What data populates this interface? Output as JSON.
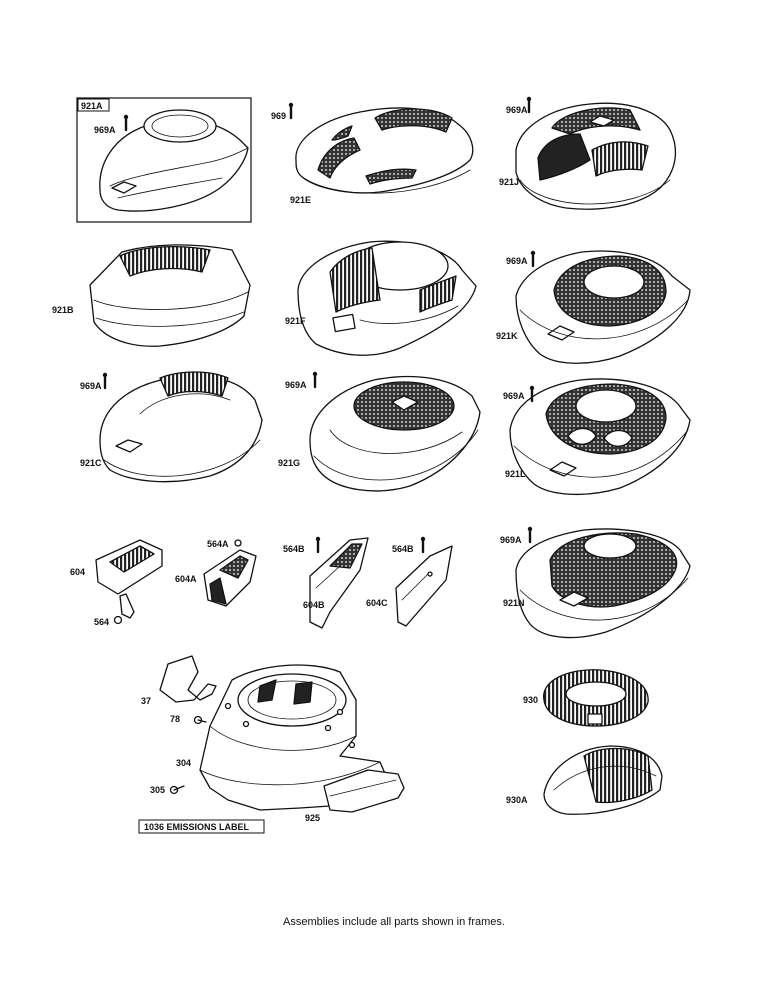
{
  "frame_label": "921A",
  "labels": {
    "l921a_screw": "969A",
    "l969": "969",
    "l921e": "921E",
    "l921j_screw": "969A",
    "l921j": "921J",
    "l921b": "921B",
    "l921f": "921F",
    "l921k_screw": "969A",
    "l921k": "921K",
    "l921c_screw": "969A",
    "l921c": "921C",
    "l921g_screw": "969A",
    "l921g": "921G",
    "l921l_screw": "969A",
    "l921l": "921L",
    "l604": "604",
    "l564": "564",
    "l564a": "564A",
    "l604a": "604A",
    "l564b_1": "564B",
    "l604b": "604B",
    "l564b_2": "564B",
    "l604c": "604C",
    "l921n_screw": "969A",
    "l921n": "921N",
    "l37": "37",
    "l78": "78",
    "l304": "304",
    "l305": "305",
    "l925": "925",
    "l930": "930",
    "l930a": "930A"
  },
  "emissions_label": "1036 EMISSIONS LABEL",
  "footer_note": "Assemblies include all parts shown in frames."
}
